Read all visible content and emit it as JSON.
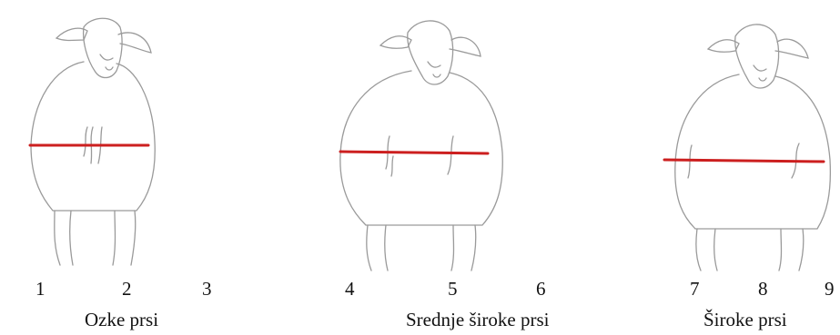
{
  "score_numbers": [
    "1",
    "2",
    "3",
    "4",
    "5",
    "6",
    "7",
    "8",
    "9"
  ],
  "captions": [
    "Ozke prsi",
    "Srednje široke prsi",
    "Široke prsi"
  ],
  "colors": {
    "outline": "#9a9a9a",
    "chest_line": "#cc1f1f",
    "text": "#111111"
  }
}
